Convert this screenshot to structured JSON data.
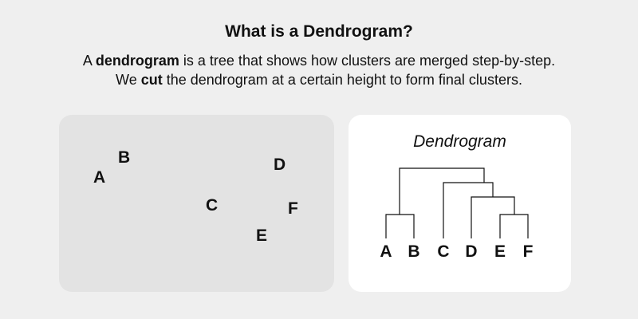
{
  "title": "What is a Dendrogram?",
  "intro": {
    "line1": {
      "before": "A ",
      "bold": "dendrogram",
      "after": " is a tree that shows how clusters are merged step-by-step."
    },
    "line2": {
      "before": "We ",
      "bold": "cut",
      "after": " the dendrogram at a certain height to form final clusters."
    }
  },
  "scatter": {
    "points": [
      "A",
      "B",
      "C",
      "D",
      "E",
      "F"
    ]
  },
  "dendrogram": {
    "title": "Dendrogram",
    "leaves": [
      "A",
      "B",
      "C",
      "D",
      "E",
      "F"
    ],
    "line_color": "#111111"
  },
  "colors": {
    "background": "#efefef",
    "scatter_panel": "#e3e3e3",
    "dendrogram_panel": "#ffffff"
  }
}
